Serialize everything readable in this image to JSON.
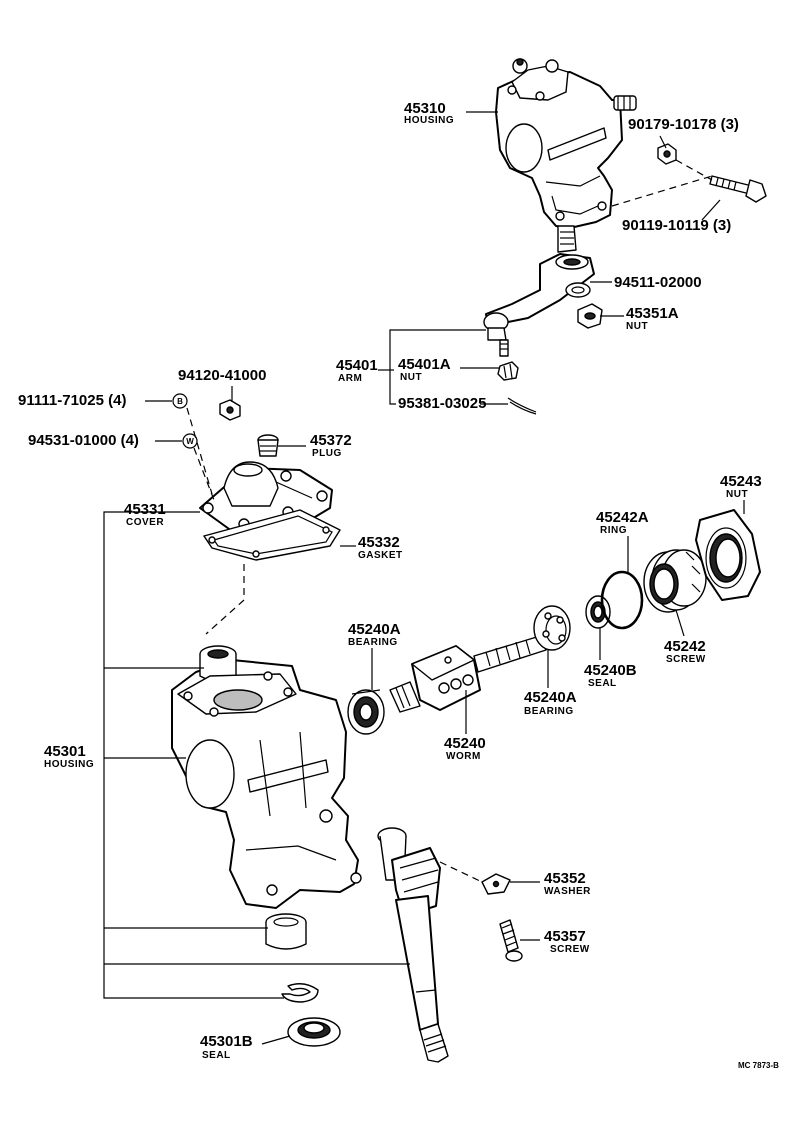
{
  "diagram": {
    "footer_ref": "MC 7873-B",
    "parts": [
      {
        "id": "p45310",
        "number": "45310",
        "desc": "HOUSING"
      },
      {
        "id": "p90179",
        "number": "90179-10178 (3)",
        "desc": ""
      },
      {
        "id": "p90119",
        "number": "90119-10119 (3)",
        "desc": ""
      },
      {
        "id": "p94511",
        "number": "94511-02000",
        "desc": ""
      },
      {
        "id": "p45351A",
        "number": "45351A",
        "desc": "NUT"
      },
      {
        "id": "p45401",
        "number": "45401",
        "desc": "ARM"
      },
      {
        "id": "p45401A",
        "number": "45401A",
        "desc": "NUT"
      },
      {
        "id": "p95381",
        "number": "95381-03025",
        "desc": ""
      },
      {
        "id": "p94120",
        "number": "94120-41000",
        "desc": ""
      },
      {
        "id": "p91111",
        "number": "91111-71025 (4)",
        "desc": ""
      },
      {
        "id": "p94531",
        "number": "94531-01000 (4)",
        "desc": ""
      },
      {
        "id": "p45372",
        "number": "45372",
        "desc": "PLUG"
      },
      {
        "id": "p45331",
        "number": "45331",
        "desc": "COVER"
      },
      {
        "id": "p45332",
        "number": "45332",
        "desc": "GASKET"
      },
      {
        "id": "p45243",
        "number": "45243",
        "desc": "NUT"
      },
      {
        "id": "p45242A",
        "number": "45242A",
        "desc": "RING"
      },
      {
        "id": "p45242",
        "number": "45242",
        "desc": "SCREW"
      },
      {
        "id": "p45240B",
        "number": "45240B",
        "desc": "SEAL"
      },
      {
        "id": "p45240A_l",
        "number": "45240A",
        "desc": "BEARING"
      },
      {
        "id": "p45240A_r",
        "number": "45240A",
        "desc": "BEARING"
      },
      {
        "id": "p45240",
        "number": "45240",
        "desc": "WORM"
      },
      {
        "id": "p45301",
        "number": "45301",
        "desc": "HOUSING"
      },
      {
        "id": "p45352",
        "number": "45352",
        "desc": "WASHER"
      },
      {
        "id": "p45357",
        "number": "45357",
        "desc": "SCREW"
      },
      {
        "id": "p45301B",
        "number": "45301B",
        "desc": "SEAL"
      }
    ],
    "markers": {
      "b": "B",
      "w": "W"
    }
  }
}
